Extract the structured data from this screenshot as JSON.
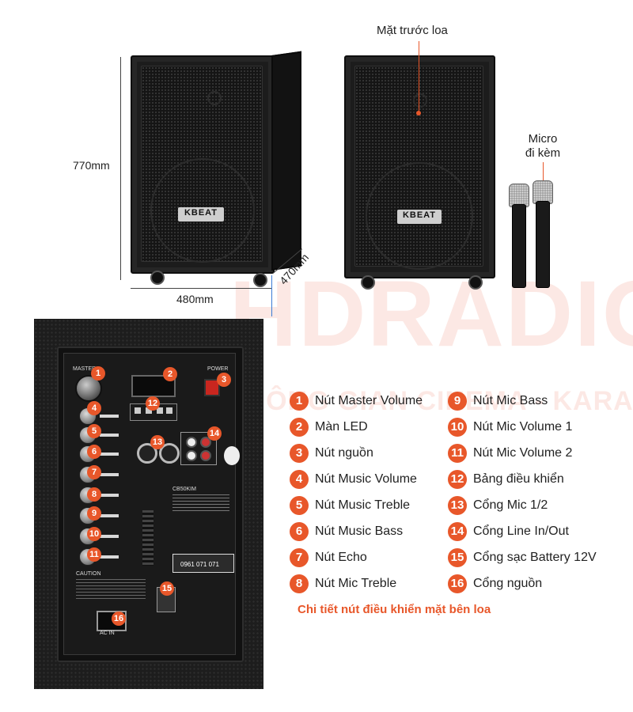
{
  "dimensions": {
    "height": "770mm",
    "width": "480mm",
    "depth": "470mm"
  },
  "speaker_logo": "KBEAT",
  "callouts": {
    "front": "Mặt trước loa",
    "mic_line1": "Micro",
    "mic_line2": "đi kèm"
  },
  "watermark": {
    "brand": "HDRADIO",
    "tagline": "KHÔNG GIAN CINEMA - KARAOKE"
  },
  "panel_labels": {
    "master": "MASTER",
    "power": "POWER",
    "ac_in": "AC IN",
    "model": "CB50KIM",
    "hotline": "0961 071 071",
    "caution": "CAUTION"
  },
  "legend": [
    {
      "num": "1",
      "label": "Nút Master Volume"
    },
    {
      "num": "2",
      "label": "Màn LED"
    },
    {
      "num": "3",
      "label": "Nút nguồn"
    },
    {
      "num": "4",
      "label": "Nút Music Volume"
    },
    {
      "num": "5",
      "label": "Nút Music Treble"
    },
    {
      "num": "6",
      "label": "Nút Music Bass"
    },
    {
      "num": "7",
      "label": "Nút Echo"
    },
    {
      "num": "8",
      "label": "Nút Mic Treble"
    },
    {
      "num": "9",
      "label": "Nút Mic Bass"
    },
    {
      "num": "10",
      "label": "Nút Mic Volume 1"
    },
    {
      "num": "11",
      "label": "Nút Mic Volume 2"
    },
    {
      "num": "12",
      "label": "Bảng điều khiển"
    },
    {
      "num": "13",
      "label": "Cổng Mic 1/2"
    },
    {
      "num": "14",
      "label": "Cổng Line In/Out"
    },
    {
      "num": "15",
      "label": "Cổng sạc Battery 12V"
    },
    {
      "num": "16",
      "label": "Cổng nguồn"
    }
  ],
  "caption": "Chi tiết nút điều khiển mặt bên loa",
  "colors": {
    "accent": "#e8572a",
    "speaker": "#1c1c1c"
  }
}
